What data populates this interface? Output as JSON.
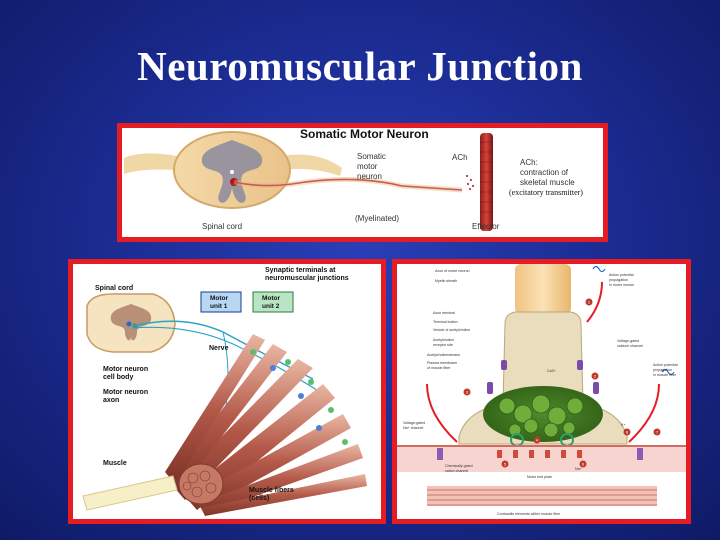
{
  "slide": {
    "title": "Neuromuscular Junction"
  },
  "top_panel": {
    "heading": "Somatic Motor Neuron",
    "neuron_label": [
      "Somatic",
      "motor",
      "neuron"
    ],
    "ach_label": "ACh",
    "effect_label": [
      "ACh:",
      "contraction of",
      "skeletal muscle"
    ],
    "transmitter_note": "(excitatory transmitter)",
    "spinal_cord_label": "Spinal cord",
    "myelinated_label": "(Myelinated)",
    "effector_label": "Effector"
  },
  "left_panel": {
    "heading": [
      "Synaptic terminals at",
      "neuromuscular junctions"
    ],
    "spinal_cord_label": "Spinal cord",
    "motor_unit_1": [
      "Motor",
      "unit 1"
    ],
    "motor_unit_2": [
      "Motor",
      "unit 2"
    ],
    "nerve_label": "Nerve",
    "cell_body_label": [
      "Motor neuron",
      "cell body"
    ],
    "axon_label": [
      "Motor neuron",
      "axon"
    ],
    "muscle_label": "Muscle",
    "fibers_label": [
      "Muscle fibers",
      "(cells)"
    ]
  },
  "right_panel": {
    "labels": {
      "axon_motor": "Axon of motor neuron",
      "myelin": "Myelin sheath",
      "axon_terminal": "Axon terminal",
      "terminal_button": "Terminal button",
      "vesicle": "Vesicle of acetylcholine",
      "receptor": [
        "Acetylcholine",
        "receptor site"
      ],
      "esterase": "Acetylcholinesterase",
      "plasma_membrane": [
        "Plasma membrane",
        "of muscle fiber"
      ],
      "voltage_na": [
        "Voltage-gated",
        "Na+ channel"
      ],
      "chem_gated": [
        "Chemically gated",
        "cation channel"
      ],
      "motor_end_plate": "Motor end plate",
      "contractile": "Contractile elements within muscle fiber",
      "ap_motor": [
        "Action potential",
        "propagation",
        "in motor neuron"
      ],
      "voltage_ca": [
        "Voltage-gated",
        "calcium channel"
      ],
      "ap_muscle": [
        "Action potential",
        "propagation",
        "in muscle fiber"
      ],
      "ion_ca": "Ca2+",
      "ion_na": "Na+",
      "ion_k": "K+"
    },
    "step_numbers": [
      "1",
      "2",
      "3",
      "4",
      "5",
      "6",
      "7",
      "8"
    ]
  },
  "colors": {
    "frame_red": "#e51c23",
    "title_white": "#ffffff",
    "background_blue": "#1c2d95"
  }
}
